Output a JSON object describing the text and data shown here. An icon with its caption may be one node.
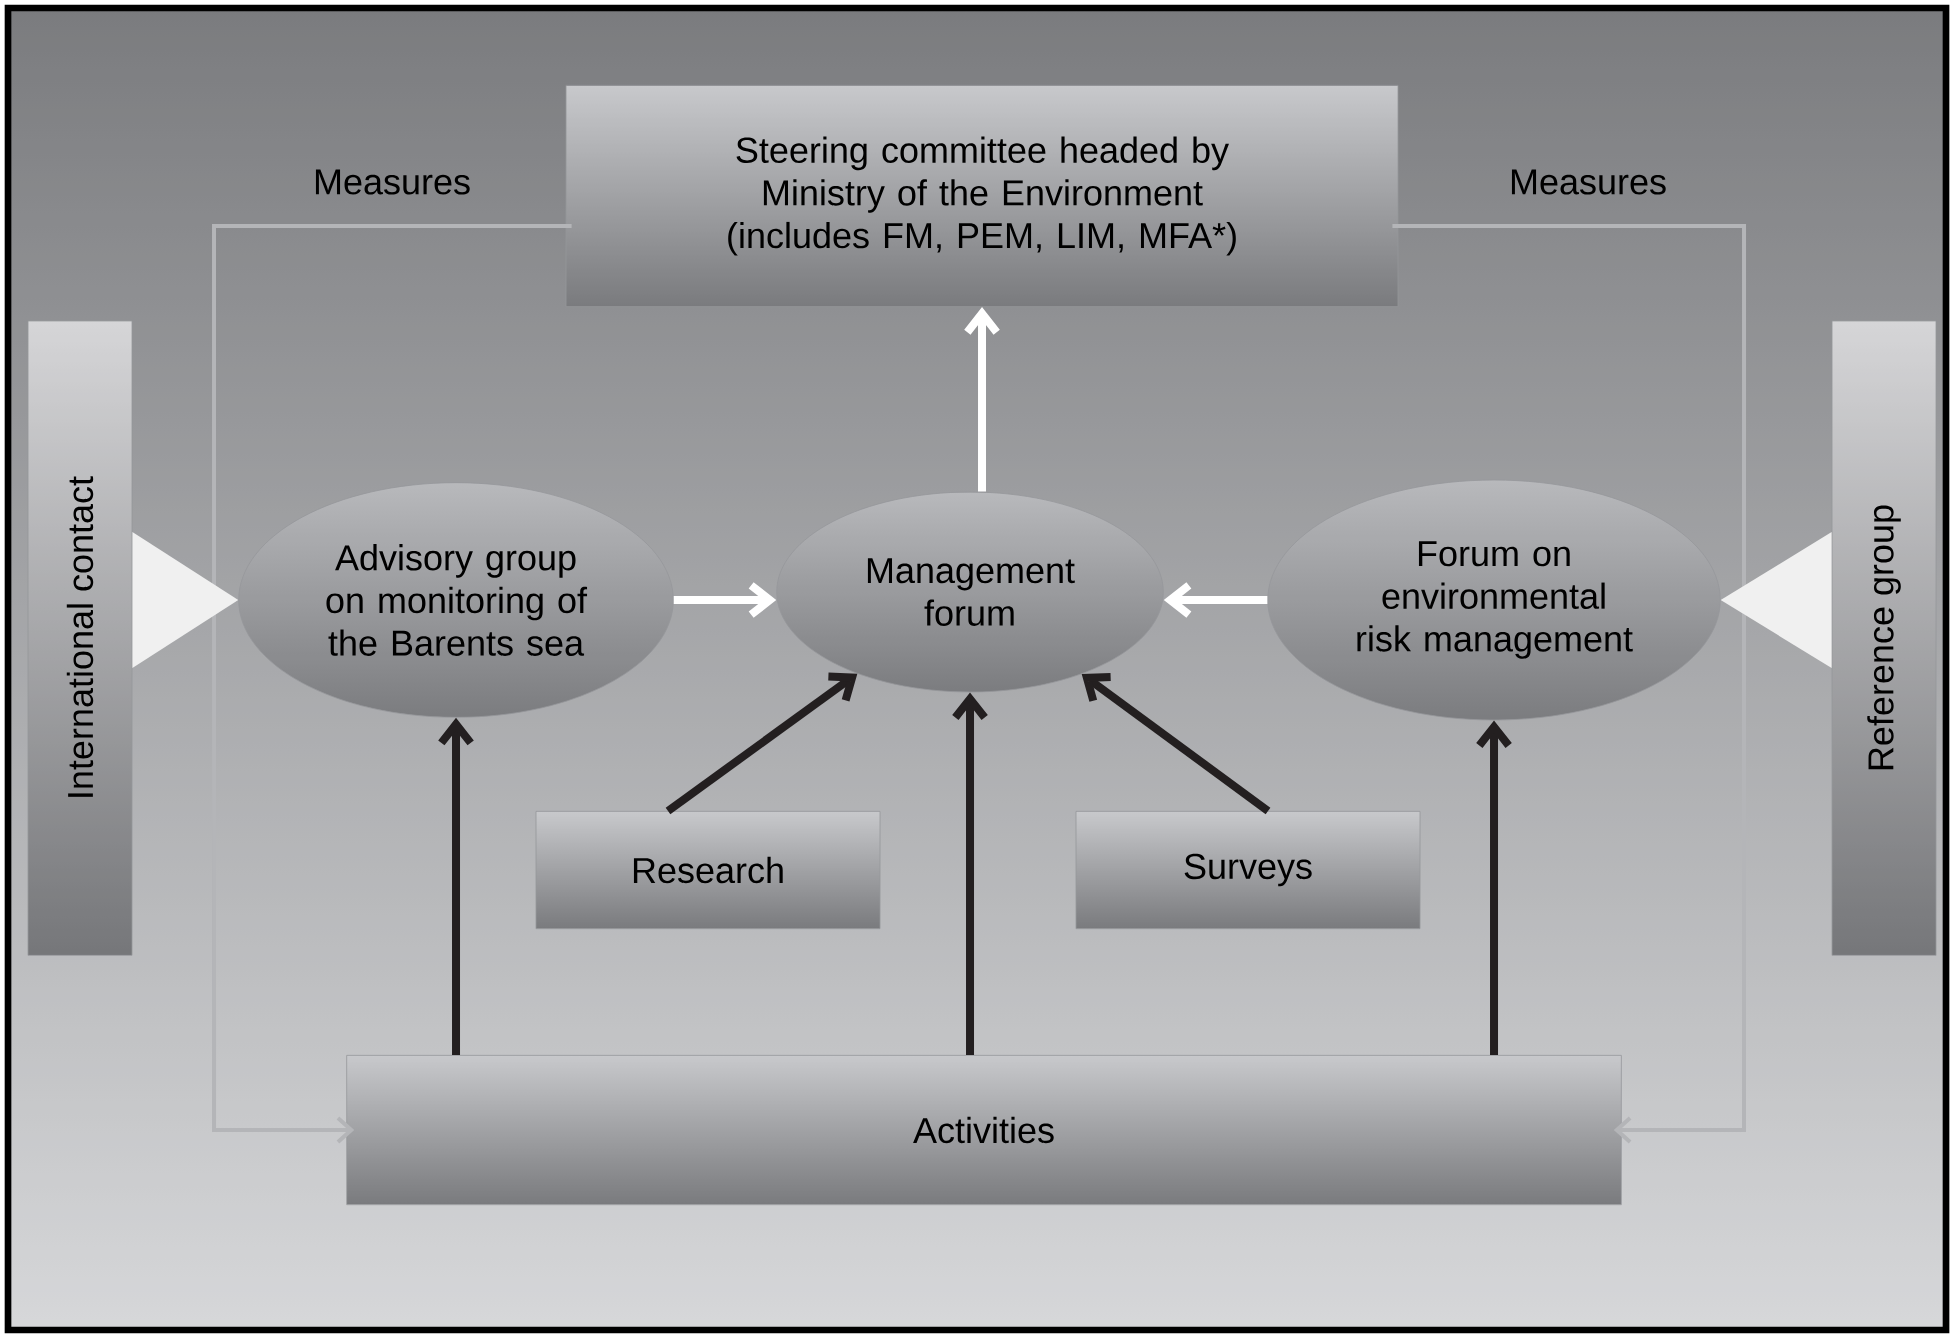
{
  "diagram": {
    "nodes": [
      {
        "text": [
          "Steering committee headed by Ministry of the Environment (includes FM, PEM, LIM, MFA*)"
        ]
      },
      {
        "text": [
          "International contact"
        ]
      },
      {
        "text": [
          "Advisory group on monitoring of the Barents sea"
        ]
      },
      {
        "text": [
          "Management forum"
        ]
      },
      {
        "text": [
          "Forum on environmental risk management"
        ]
      },
      {
        "text": [
          "Reference group"
        ]
      },
      {
        "text": [
          "Research"
        ]
      },
      {
        "text": [
          "Surveys"
        ]
      },
      {
        "text": [
          "Activities"
        ]
      }
    ],
    "edges": [
      {
        "from": 3,
        "to": 0,
        "arrow": "to",
        "color": "#ffffff"
      },
      {
        "from": 2,
        "to": 3,
        "arrow": "to",
        "color": "#ffffff"
      },
      {
        "from": 4,
        "to": 3,
        "arrow": "to",
        "color": "#ffffff"
      },
      {
        "from": 6,
        "to": 3,
        "arrow": "to"
      },
      {
        "from": 7,
        "to": 3,
        "arrow": "to"
      },
      {
        "from": 8,
        "to": 2,
        "arrow": "to"
      },
      {
        "from": 8,
        "to": 3,
        "arrow": "to"
      },
      {
        "from": 8,
        "to": 4,
        "arrow": "to"
      },
      {
        "from": 0,
        "to": 8,
        "arrow": "to",
        "label": "Measures",
        "color": "#b4b5b8"
      },
      {
        "from": 0,
        "to": 8,
        "arrow": "to",
        "label": "Measures",
        "color": "#b4b5b8"
      },
      {
        "from": 1,
        "to": 2,
        "arrow": "to",
        "color": "#f0f0f0"
      },
      {
        "from": 5,
        "to": 4,
        "arrow": "to",
        "color": "#f0f0f0"
      }
    ]
  }
}
